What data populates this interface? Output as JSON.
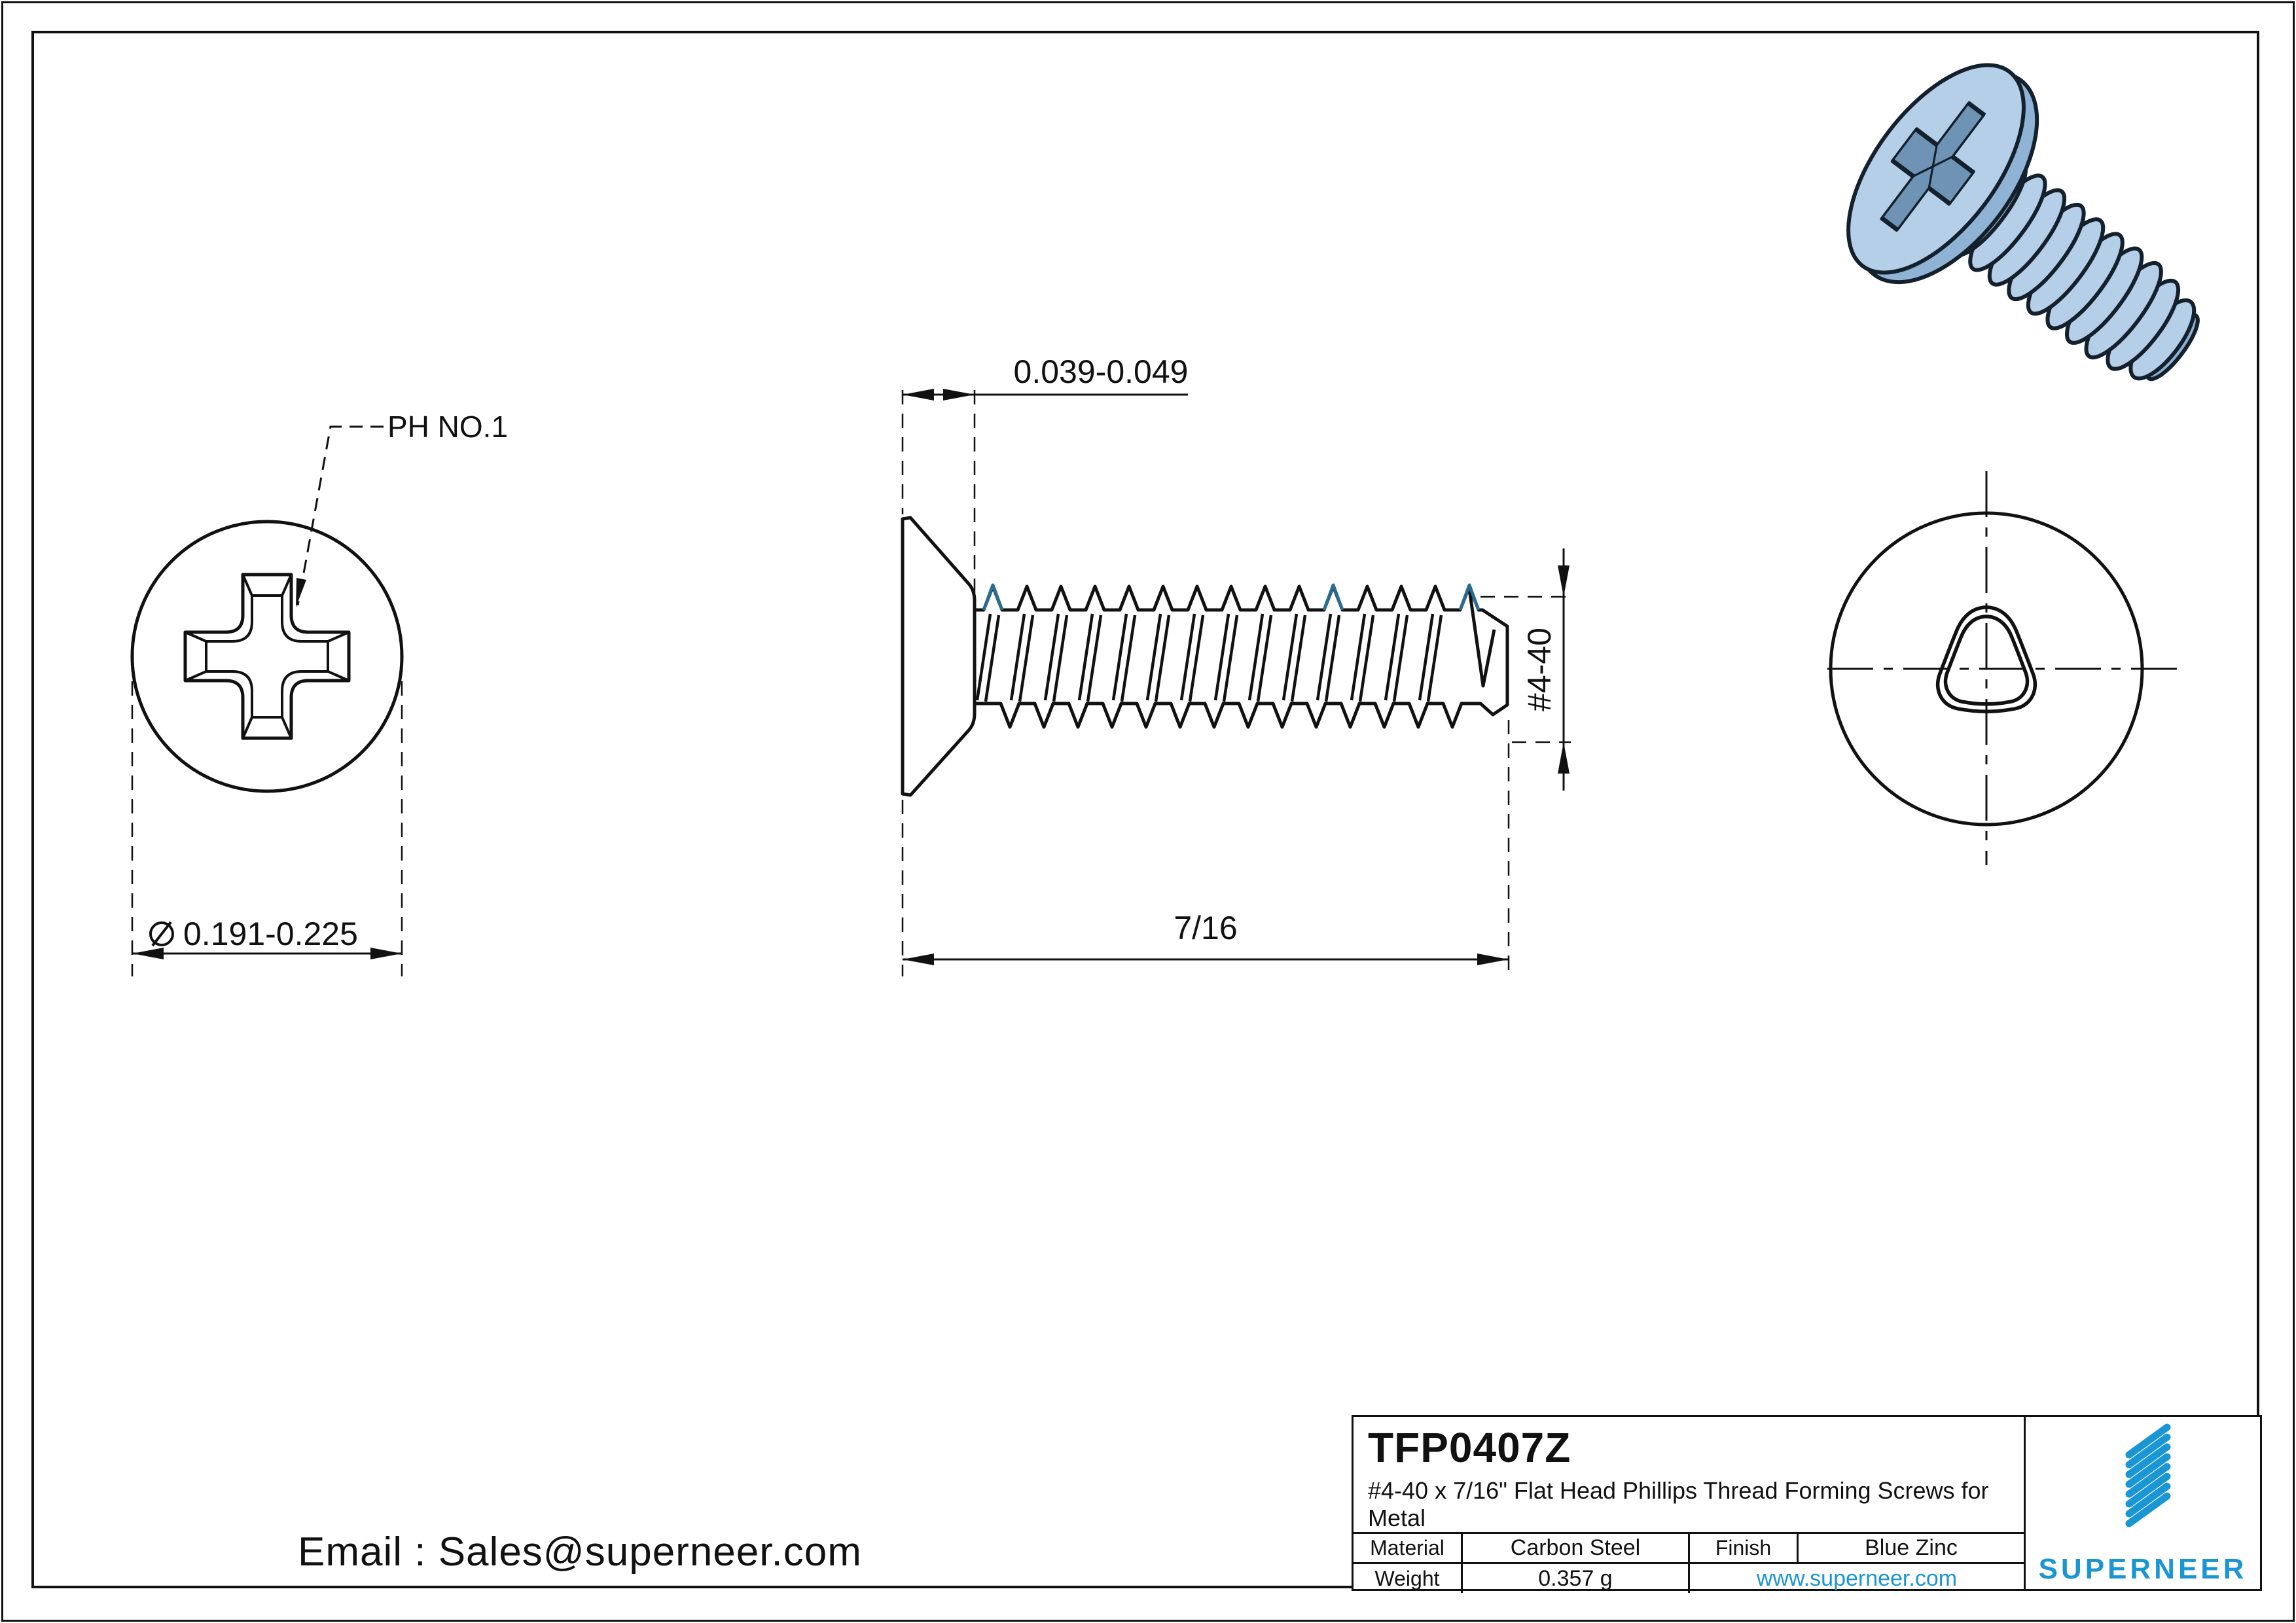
{
  "colors": {
    "line": "#111111",
    "accent_blue": "#1b96d4",
    "thread_highlight": "#2a6d8f",
    "screw_fill_light": "#b5cfe9",
    "screw_fill_mid": "#8fb3d4",
    "screw_recess": "#6f93b5"
  },
  "views": {
    "front": {
      "callout": "PH NO.1",
      "diameter_dim": "0.191-0.225"
    },
    "side": {
      "head_height_dim": "0.039-0.049",
      "length_dim": "7/16",
      "thread_dim": "#4-40"
    }
  },
  "contact": {
    "email": "Email : Sales@superneer.com"
  },
  "title_block": {
    "part_number": "TFP0407Z",
    "description": "#4-40 x 7/16\" Flat Head Phillips Thread Forming Screws for Metal",
    "material_label": "Material",
    "material_value": "Carbon Steel",
    "finish_label": "Finish",
    "finish_value": "Blue Zinc",
    "weight_label": "Weight",
    "weight_value": "0.357 g",
    "website": "www.superneer.com",
    "brand": "SUPERNEER"
  }
}
